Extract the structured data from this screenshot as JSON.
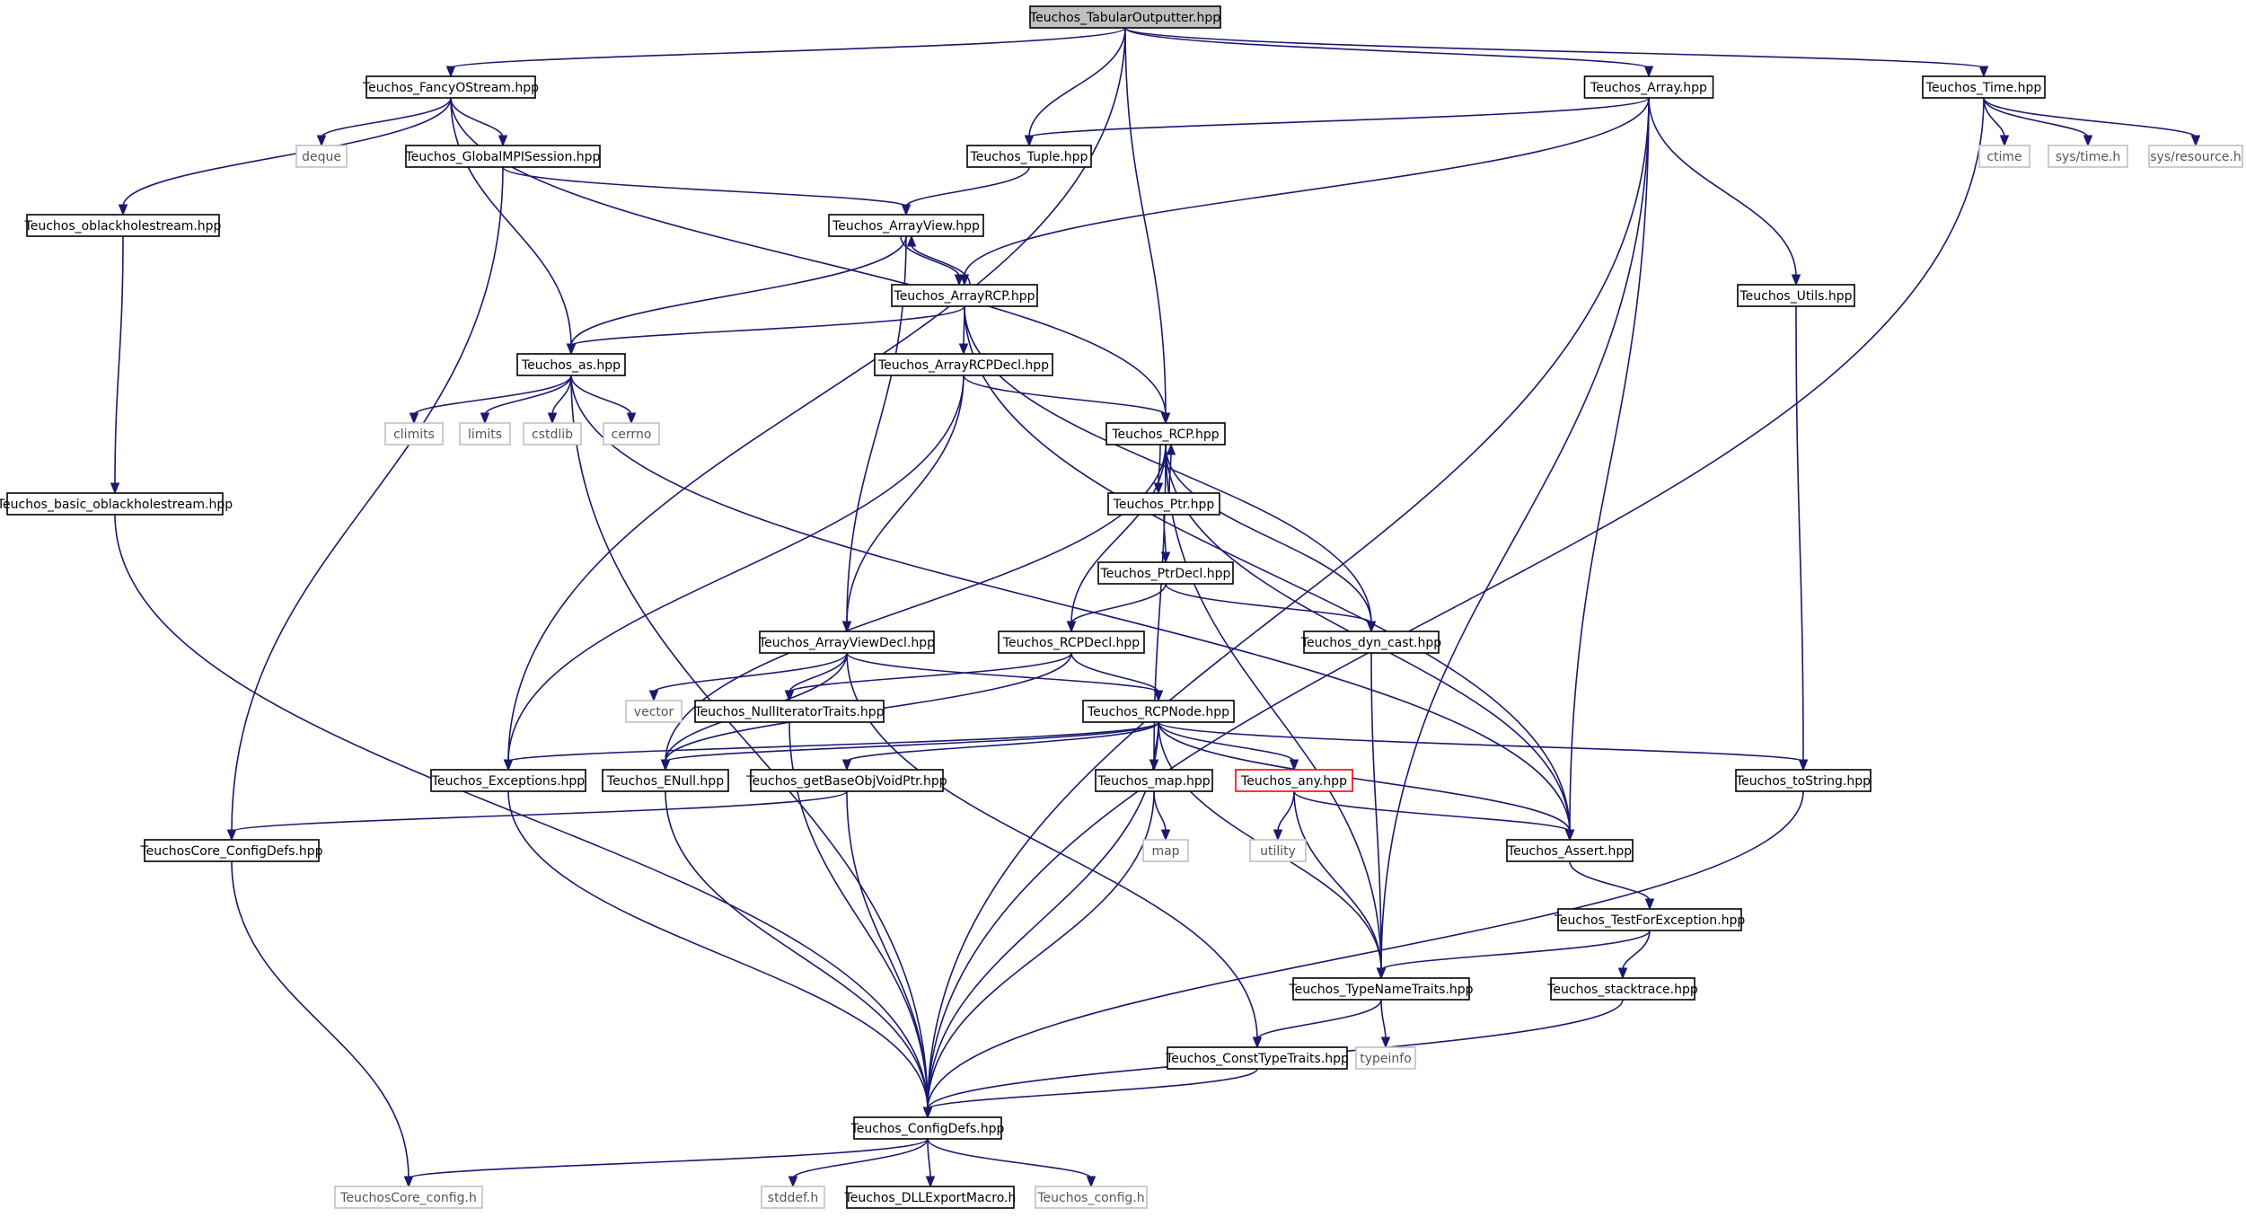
{
  "diagram": {
    "nodes": [
      {
        "id": "tabular",
        "label": "Teuchos_TabularOutputter.hpp",
        "kind": "root"
      },
      {
        "id": "fancy",
        "label": "Teuchos_FancyOStream.hpp",
        "kind": "normal"
      },
      {
        "id": "array",
        "label": "Teuchos_Array.hpp",
        "kind": "normal"
      },
      {
        "id": "time",
        "label": "Teuchos_Time.hpp",
        "kind": "normal"
      },
      {
        "id": "deque",
        "label": "deque",
        "kind": "system"
      },
      {
        "id": "globalmpi",
        "label": "Teuchos_GlobalMPISession.hpp",
        "kind": "normal"
      },
      {
        "id": "tuple",
        "label": "Teuchos_Tuple.hpp",
        "kind": "normal"
      },
      {
        "id": "ctime",
        "label": "ctime",
        "kind": "system"
      },
      {
        "id": "systime",
        "label": "sys/time.h",
        "kind": "system"
      },
      {
        "id": "sysresource",
        "label": "sys/resource.h",
        "kind": "system"
      },
      {
        "id": "oblackhole",
        "label": "Teuchos_oblackholestream.hpp",
        "kind": "normal"
      },
      {
        "id": "arrayview",
        "label": "Teuchos_ArrayView.hpp",
        "kind": "normal"
      },
      {
        "id": "arrayrcp",
        "label": "Teuchos_ArrayRCP.hpp",
        "kind": "normal"
      },
      {
        "id": "utils",
        "label": "Teuchos_Utils.hpp",
        "kind": "normal"
      },
      {
        "id": "as",
        "label": "Teuchos_as.hpp",
        "kind": "normal"
      },
      {
        "id": "arrayrcpdecl",
        "label": "Teuchos_ArrayRCPDecl.hpp",
        "kind": "normal"
      },
      {
        "id": "climits",
        "label": "climits",
        "kind": "system"
      },
      {
        "id": "limits",
        "label": "limits",
        "kind": "system"
      },
      {
        "id": "cstdlib",
        "label": "cstdlib",
        "kind": "system"
      },
      {
        "id": "cerrno",
        "label": "cerrno",
        "kind": "system"
      },
      {
        "id": "rcp",
        "label": "Teuchos_RCP.hpp",
        "kind": "normal"
      },
      {
        "id": "basicoblack",
        "label": "Teuchos_basic_oblackholestream.hpp",
        "kind": "normal"
      },
      {
        "id": "ptr",
        "label": "Teuchos_Ptr.hpp",
        "kind": "normal"
      },
      {
        "id": "ptrdecl",
        "label": "Teuchos_PtrDecl.hpp",
        "kind": "normal"
      },
      {
        "id": "arrayviewdecl",
        "label": "Teuchos_ArrayViewDecl.hpp",
        "kind": "normal"
      },
      {
        "id": "rcpdecl",
        "label": "Teuchos_RCPDecl.hpp",
        "kind": "normal"
      },
      {
        "id": "dyncast",
        "label": "Teuchos_dyn_cast.hpp",
        "kind": "normal"
      },
      {
        "id": "vector",
        "label": "vector",
        "kind": "system"
      },
      {
        "id": "nulliter",
        "label": "Teuchos_NullIteratorTraits.hpp",
        "kind": "normal"
      },
      {
        "id": "rcpnode",
        "label": "Teuchos_RCPNode.hpp",
        "kind": "normal"
      },
      {
        "id": "exceptions",
        "label": "Teuchos_Exceptions.hpp",
        "kind": "normal"
      },
      {
        "id": "enull",
        "label": "Teuchos_ENull.hpp",
        "kind": "normal"
      },
      {
        "id": "getbase",
        "label": "Teuchos_getBaseObjVoidPtr.hpp",
        "kind": "normal"
      },
      {
        "id": "map",
        "label": "Teuchos_map.hpp",
        "kind": "normal"
      },
      {
        "id": "any",
        "label": "Teuchos_any.hpp",
        "kind": "red"
      },
      {
        "id": "tostring",
        "label": "Teuchos_toString.hpp",
        "kind": "normal"
      },
      {
        "id": "coreconfigdefs",
        "label": "TeuchosCore_ConfigDefs.hpp",
        "kind": "normal"
      },
      {
        "id": "mapsys",
        "label": "map",
        "kind": "system"
      },
      {
        "id": "utility",
        "label": "utility",
        "kind": "system"
      },
      {
        "id": "assert",
        "label": "Teuchos_Assert.hpp",
        "kind": "normal"
      },
      {
        "id": "testforexc",
        "label": "Teuchos_TestForException.hpp",
        "kind": "normal"
      },
      {
        "id": "typename",
        "label": "Teuchos_TypeNameTraits.hpp",
        "kind": "normal"
      },
      {
        "id": "stacktrace",
        "label": "Teuchos_stacktrace.hpp",
        "kind": "normal"
      },
      {
        "id": "consttype",
        "label": "Teuchos_ConstTypeTraits.hpp",
        "kind": "normal"
      },
      {
        "id": "typeinfo",
        "label": "typeinfo",
        "kind": "system"
      },
      {
        "id": "configdefs",
        "label": "Teuchos_ConfigDefs.hpp",
        "kind": "normal"
      },
      {
        "id": "coreconfigh",
        "label": "TeuchosCore_config.h",
        "kind": "system"
      },
      {
        "id": "stddef",
        "label": "stddef.h",
        "kind": "system"
      },
      {
        "id": "dllexport",
        "label": "Teuchos_DLLExportMacro.h",
        "kind": "normal"
      },
      {
        "id": "configh",
        "label": "Teuchos_config.h",
        "kind": "system"
      }
    ],
    "edges": [
      [
        "tabular",
        "fancy"
      ],
      [
        "tabular",
        "exceptions"
      ],
      [
        "tabular",
        "tuple"
      ],
      [
        "tabular",
        "rcp"
      ],
      [
        "tabular",
        "array"
      ],
      [
        "tabular",
        "time"
      ],
      [
        "fancy",
        "oblackhole"
      ],
      [
        "fancy",
        "deque"
      ],
      [
        "fancy",
        "globalmpi"
      ],
      [
        "fancy",
        "as"
      ],
      [
        "fancy",
        "rcp"
      ],
      [
        "array",
        "tuple"
      ],
      [
        "array",
        "arrayrcp"
      ],
      [
        "array",
        "utils"
      ],
      [
        "array",
        "assert"
      ],
      [
        "array",
        "typename"
      ],
      [
        "array",
        "configdefs"
      ],
      [
        "time",
        "ctime"
      ],
      [
        "time",
        "systime"
      ],
      [
        "time",
        "sysresource"
      ],
      [
        "time",
        "configdefs"
      ],
      [
        "globalmpi",
        "arrayview"
      ],
      [
        "globalmpi",
        "coreconfigdefs"
      ],
      [
        "tuple",
        "arrayview"
      ],
      [
        "oblackhole",
        "basicoblack"
      ],
      [
        "arrayview",
        "arrayrcp"
      ],
      [
        "arrayview",
        "as"
      ],
      [
        "arrayview",
        "arrayviewdecl"
      ],
      [
        "arrayrcp",
        "arrayview"
      ],
      [
        "arrayrcp",
        "as"
      ],
      [
        "arrayrcp",
        "arrayrcpdecl"
      ],
      [
        "arrayrcp",
        "dyncast"
      ],
      [
        "arrayrcp",
        "assert"
      ],
      [
        "utils",
        "tostring"
      ],
      [
        "as",
        "climits"
      ],
      [
        "as",
        "limits"
      ],
      [
        "as",
        "cstdlib"
      ],
      [
        "as",
        "cerrno"
      ],
      [
        "as",
        "assert"
      ],
      [
        "as",
        "configdefs"
      ],
      [
        "arrayrcpdecl",
        "rcp"
      ],
      [
        "arrayrcpdecl",
        "arrayviewdecl"
      ],
      [
        "arrayrcpdecl",
        "exceptions"
      ],
      [
        "rcp",
        "ptr"
      ],
      [
        "rcp",
        "rcpdecl"
      ],
      [
        "rcp",
        "dyncast"
      ],
      [
        "rcp",
        "map"
      ],
      [
        "rcp",
        "assert"
      ],
      [
        "rcp",
        "typename"
      ],
      [
        "rcp",
        "enull"
      ],
      [
        "ptr",
        "rcp"
      ],
      [
        "ptr",
        "ptrdecl"
      ],
      [
        "ptrdecl",
        "rcpdecl"
      ],
      [
        "ptrdecl",
        "dyncast"
      ],
      [
        "basicoblack",
        "configdefs"
      ],
      [
        "arrayviewdecl",
        "vector"
      ],
      [
        "arrayviewdecl",
        "nulliter"
      ],
      [
        "arrayviewdecl",
        "rcpnode"
      ],
      [
        "arrayviewdecl",
        "enull"
      ],
      [
        "arrayviewdecl",
        "consttype"
      ],
      [
        "rcpdecl",
        "nulliter"
      ],
      [
        "rcpdecl",
        "rcpnode"
      ],
      [
        "rcpdecl",
        "enull"
      ],
      [
        "dyncast",
        "typename"
      ],
      [
        "nulliter",
        "configdefs"
      ],
      [
        "rcpnode",
        "exceptions"
      ],
      [
        "rcpnode",
        "enull"
      ],
      [
        "rcpnode",
        "getbase"
      ],
      [
        "rcpnode",
        "map"
      ],
      [
        "rcpnode",
        "any"
      ],
      [
        "rcpnode",
        "assert"
      ],
      [
        "rcpnode",
        "tostring"
      ],
      [
        "rcpnode",
        "typename"
      ],
      [
        "rcpnode",
        "configdefs"
      ],
      [
        "exceptions",
        "configdefs"
      ],
      [
        "enull",
        "configdefs"
      ],
      [
        "getbase",
        "coreconfigdefs"
      ],
      [
        "getbase",
        "configdefs"
      ],
      [
        "map",
        "mapsys"
      ],
      [
        "map",
        "configdefs"
      ],
      [
        "any",
        "utility"
      ],
      [
        "any",
        "assert"
      ],
      [
        "any",
        "typename"
      ],
      [
        "tostring",
        "configdefs"
      ],
      [
        "coreconfigdefs",
        "coreconfigh"
      ],
      [
        "assert",
        "testforexc"
      ],
      [
        "testforexc",
        "typename"
      ],
      [
        "testforexc",
        "stacktrace"
      ],
      [
        "typename",
        "consttype"
      ],
      [
        "typename",
        "typeinfo"
      ],
      [
        "stacktrace",
        "configdefs"
      ],
      [
        "consttype",
        "configdefs"
      ],
      [
        "configdefs",
        "coreconfigh"
      ],
      [
        "configdefs",
        "stddef"
      ],
      [
        "configdefs",
        "dllexport"
      ],
      [
        "configdefs",
        "configh"
      ]
    ]
  }
}
